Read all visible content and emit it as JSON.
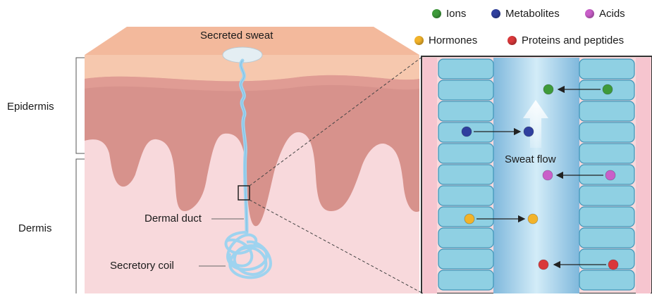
{
  "labels": {
    "secreted_sweat": "Secreted sweat",
    "epidermis": "Epidermis",
    "dermis": "Dermis",
    "dermal_duct": "Dermal duct",
    "secretory_coil": "Secretory coil",
    "sweat_flow": "Sweat flow"
  },
  "legend": [
    {
      "label": "Ions",
      "color": "#3e9a3a"
    },
    {
      "label": "Metabolites",
      "color": "#2f3f9e"
    },
    {
      "label": "Acids",
      "color": "#c95fc9"
    },
    {
      "label": "Hormones",
      "color": "#f2b32a"
    },
    {
      "label": "Proteins and peptides",
      "color": "#d9383a"
    }
  ],
  "colors": {
    "skin_top": "#f5c3a8",
    "epidermis": "#d98f8a",
    "dermis": "#f8d9dc",
    "duct": "#a8daf2",
    "cell": "#8fd0e3",
    "lumen": "#b9dff2"
  }
}
